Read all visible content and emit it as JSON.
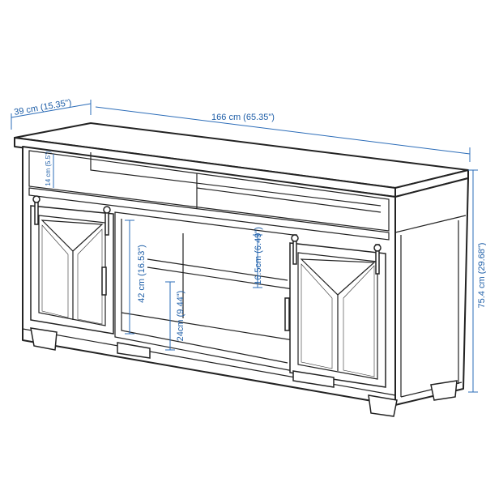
{
  "dimensions": {
    "depth": "39 cm (15.35\")",
    "width": "166 cm (65.35\")",
    "height": "75.4 cm (29.68\")",
    "top_opening": "14 cm (5.5\")",
    "middle_height": "42 cm (16.53\")",
    "lower_shelf": "24cm (9.44\")",
    "upper_shelf": "16.5cm (6.49\")"
  },
  "colors": {
    "dimension": "#1f5fa8",
    "ink": "#222222"
  }
}
